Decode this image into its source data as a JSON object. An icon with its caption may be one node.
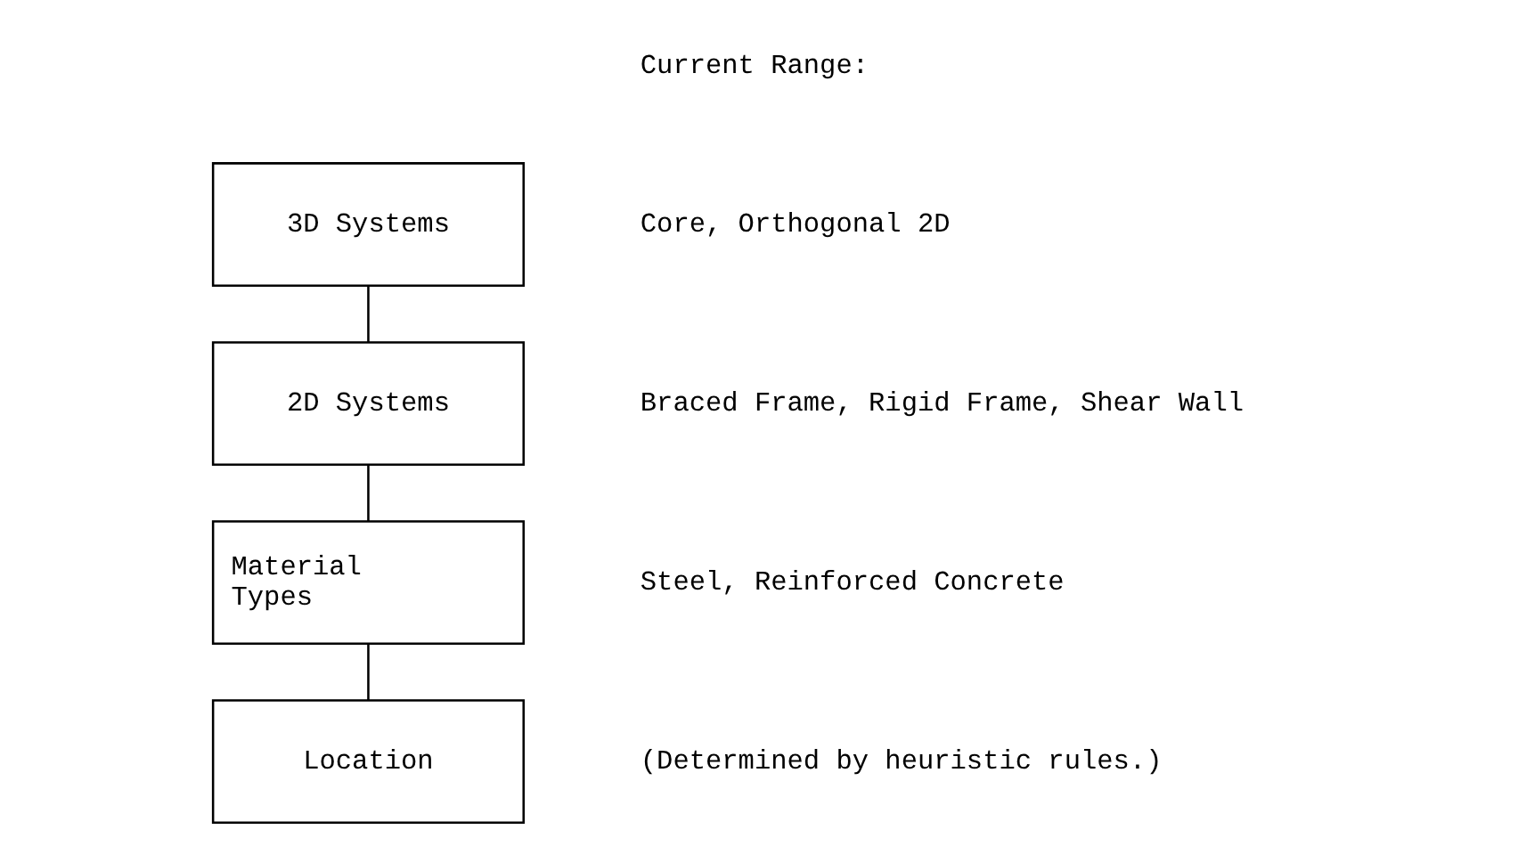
{
  "diagram": {
    "nodes": [
      {
        "text": [
          "3D Systems"
        ]
      },
      {
        "text": [
          "2D Systems"
        ]
      },
      {
        "text": [
          "Material Types"
        ]
      },
      {
        "text": [
          "Location"
        ]
      }
    ],
    "edges": [
      {
        "from": 0,
        "to": 1,
        "arrow": "none"
      },
      {
        "from": 1,
        "to": 2,
        "arrow": "none"
      },
      {
        "from": 2,
        "to": 3,
        "arrow": "none"
      }
    ],
    "labels": [
      "Current Range:",
      "Core, Orthogonal 2D",
      "Braced Frame, Rigid Frame, Shear Wall",
      "Steel, Reinforced Concrete",
      "(Determined by heuristic rules.)"
    ]
  }
}
